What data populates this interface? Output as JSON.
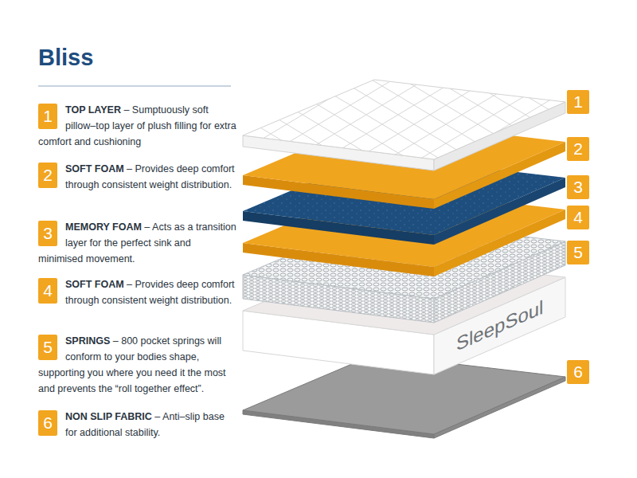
{
  "diagram": {
    "title": "Bliss",
    "nodes": [
      {
        "text": [
          "1"
        ]
      },
      {
        "text": [
          "2"
        ]
      },
      {
        "text": [
          "3"
        ]
      },
      {
        "text": [
          "4"
        ]
      },
      {
        "text": [
          "5"
        ]
      },
      {
        "text": [
          "6"
        ]
      },
      {
        "text": [
          "1"
        ]
      },
      {
        "text": [
          "2"
        ]
      },
      {
        "text": [
          "3"
        ]
      },
      {
        "text": [
          "4"
        ]
      },
      {
        "text": [
          "5"
        ]
      },
      {
        "text": [
          "6"
        ]
      }
    ],
    "labels": [
      "TOP LAYER",
      "– Sumptuously soft pillow–top layer of plush filling for extra comfort and cushioning",
      "SOFT FOAM",
      "– Provides deep comfort through consistent weight distribution.",
      "MEMORY FOAM",
      "– Acts as a transition layer for the perfect sink and minimised movement.",
      "SOFT FOAM",
      "– Provides deep comfort through consistent weight distribution.",
      "SPRINGS",
      "– 800 pocket springs will conform to your bodies shape, supporting you where you need it the most and prevents the “roll together effect”.",
      "NON SLIP FABRIC",
      "– Anti–slip base for additional stability.",
      "SleepSoul"
    ]
  }
}
